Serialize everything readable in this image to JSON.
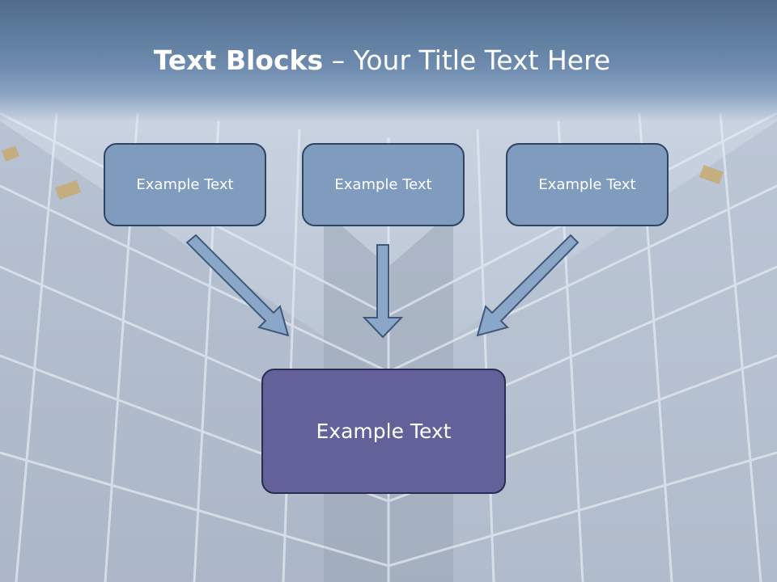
{
  "slide": {
    "title_bold": "Text Blocks",
    "title_rest": " – Your Title Text Here",
    "boxes": [
      "Example Text",
      "Example Text",
      "Example Text"
    ],
    "result_box": "Example Text"
  },
  "colors": {
    "title_bar": "#5f7ea2",
    "box_fill": "#7f9cbf",
    "result_fill": "#626199",
    "arrow_fill": "#8aa6c8",
    "arrow_stroke": "#40597a"
  }
}
